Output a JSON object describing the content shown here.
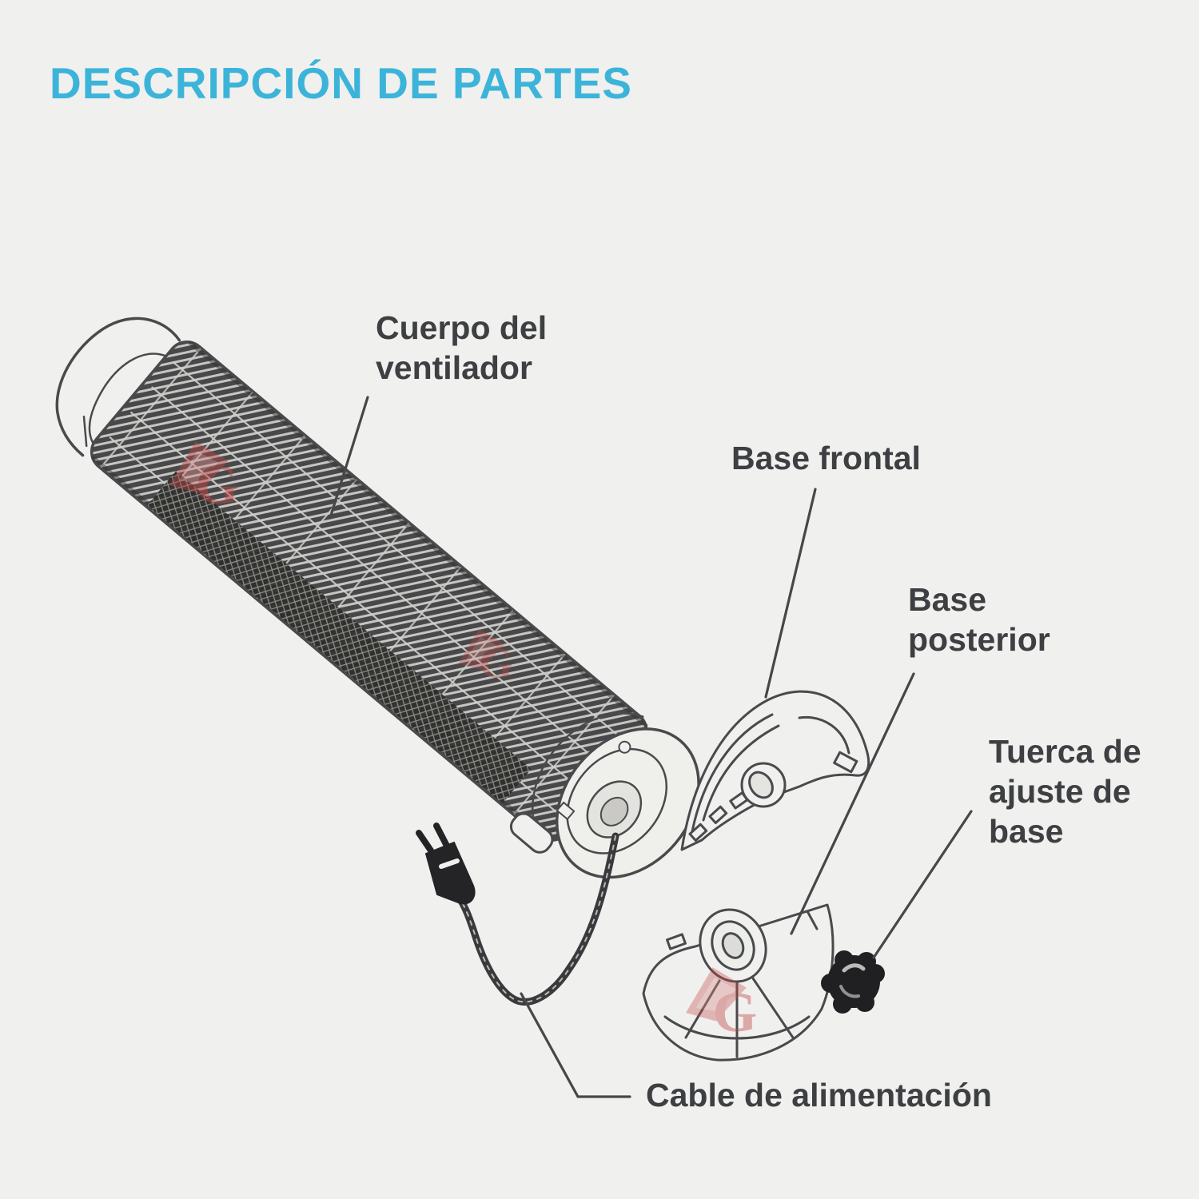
{
  "title": "DESCRIPCIÓN DE PARTES",
  "colors": {
    "background": "#f0f0ee",
    "title_accent": "#3cb4da",
    "label_text": "#3e3f42",
    "line_art": "#4a4a4d",
    "dark_fill": "#242426",
    "watermark_red": "#bf4646"
  },
  "watermark": {
    "letter": "G"
  },
  "parts": {
    "cuerpo": {
      "lines": [
        "Cuerpo del",
        "ventilador"
      ]
    },
    "base_frontal": {
      "lines": [
        "Base frontal"
      ]
    },
    "base_posterior": {
      "lines": [
        "Base",
        "posterior"
      ]
    },
    "tuerca": {
      "lines": [
        "Tuerca de",
        "ajuste de",
        "base"
      ]
    },
    "cable": {
      "lines": [
        "Cable de alimentación"
      ]
    }
  }
}
